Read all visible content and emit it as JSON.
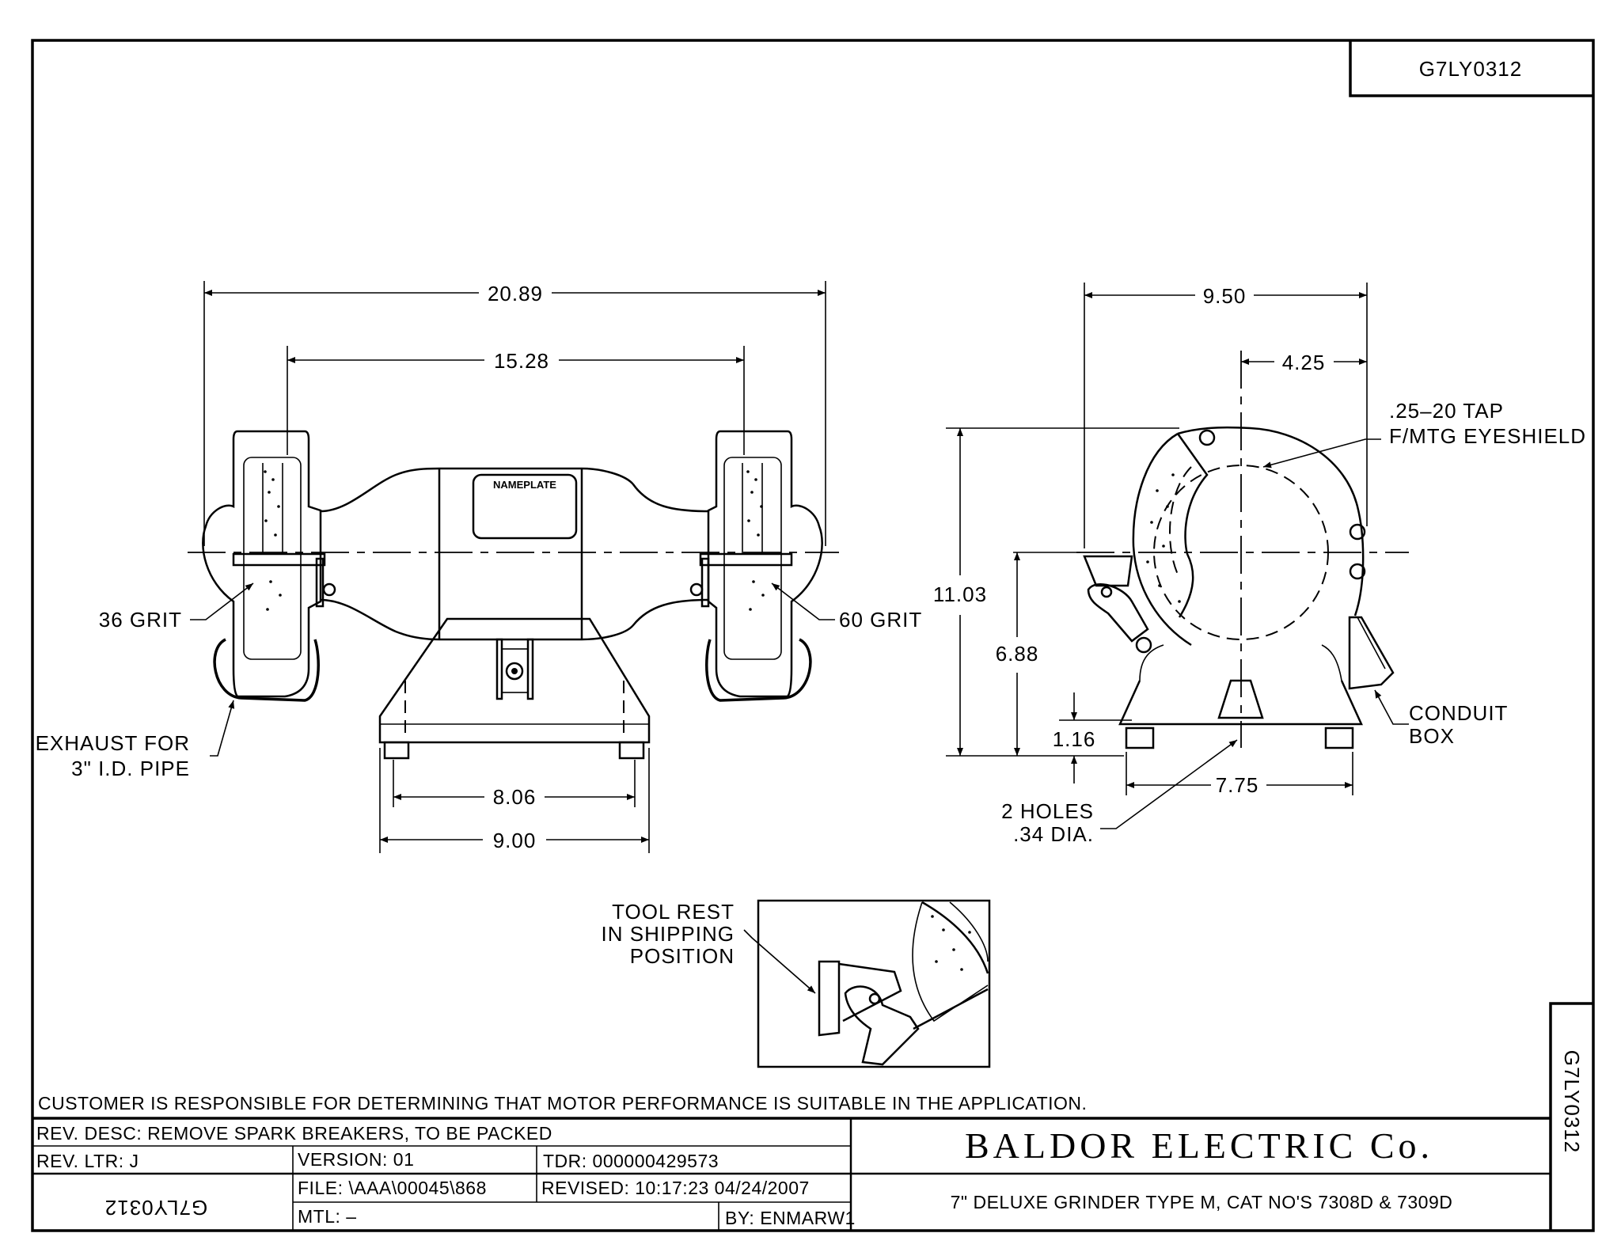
{
  "drawing_number": "G7LY0312",
  "drawing_number_vertical": "G7LY0312",
  "drawing_number_mirrored": "G7LY0312",
  "front_view": {
    "nameplate": "NAMEPLATE",
    "dim_overall_width": "20.89",
    "dim_wheel_centers": "15.28",
    "dim_base_inner": "8.06",
    "dim_base_outer": "9.00",
    "label_left_wheel": "36 GRIT",
    "label_right_wheel": "60 GRIT",
    "exhaust_line1": "EXHAUST FOR",
    "exhaust_line2": "3\" I.D. PIPE"
  },
  "side_view": {
    "dim_depth": "9.50",
    "dim_offset": "4.25",
    "dim_height": "11.03",
    "dim_shaft_height": "6.88",
    "dim_foot": "1.16",
    "dim_base": "7.75",
    "tap_line1": ".25–20 TAP",
    "tap_line2": "F/MTG EYESHIELD",
    "conduit_line1": "CONDUIT",
    "conduit_line2": "BOX",
    "holes_line1": "2 HOLES",
    "holes_line2": ".34 DIA."
  },
  "detail": {
    "line1": "TOOL REST",
    "line2": "IN SHIPPING",
    "line3": "POSITION"
  },
  "note": "CUSTOMER IS RESPONSIBLE FOR DETERMINING THAT MOTOR PERFORMANCE IS SUITABLE IN THE APPLICATION.",
  "title_block": {
    "rev_desc": "REV. DESC:  REMOVE SPARK BREAKERS, TO BE PACKED",
    "rev_ltr": "REV. LTR:   J",
    "version": "VERSION: 01",
    "tdr": "TDR: 000000429573",
    "file": "FILE: \\AAA\\00045\\868",
    "revised": "REVISED: 10:17:23  04/24/2007",
    "mtl": "MTL: –",
    "by": "BY: ENMARW1",
    "company": "BALDOR  ELECTRIC  Co.",
    "product": "7\"  DELUXE  GRINDER  TYPE  M,  CAT  NO'S  7308D  &  7309D"
  }
}
